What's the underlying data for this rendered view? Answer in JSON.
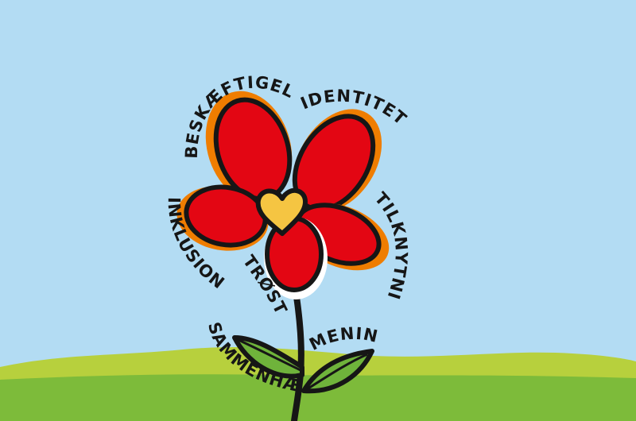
{
  "words": {
    "beskaeftigelse": "BESKÆFTIGELSE",
    "identitet": "IDENTITET",
    "tilknytning": "TILKNYTNING",
    "inklusion": "INKLUSION",
    "trost": "TRØST",
    "sammenhaeng": "SAMMENHÆNG",
    "mening": "MENING"
  },
  "colors": {
    "sky": "#b3dcf3",
    "hill_back": "#b7d03d",
    "grass": "#7dbb3a",
    "petal_red": "#e30613",
    "petal_orange": "#ef7d00",
    "heart_yellow": "#f5c542",
    "leaf_green": "#6fb33b",
    "outline": "#161616"
  }
}
